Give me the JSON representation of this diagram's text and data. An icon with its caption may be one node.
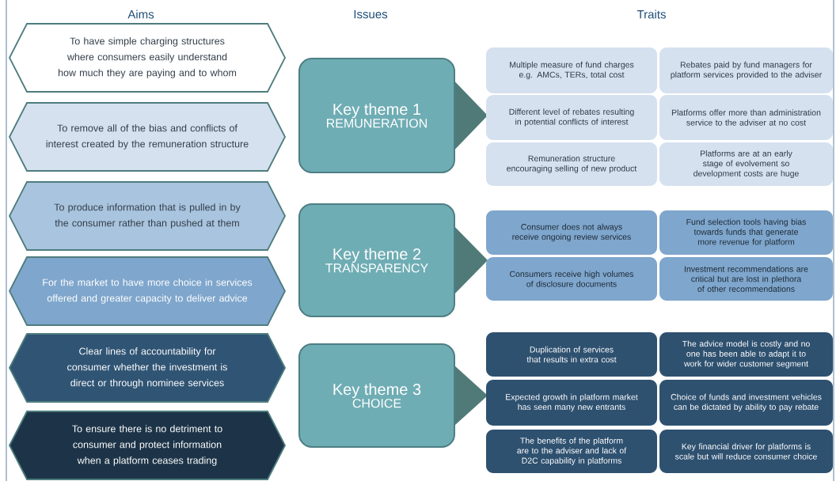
{
  "diagram": {
    "nodes": [
      {
        "text": [
          "To have simple charging structures where consumers easily understand how much they are paying and to whom"
        ]
      },
      {
        "text": [
          "To remove all of the bias and conflicts of interest created by the remuneration structure"
        ]
      },
      {
        "text": [
          "To produce information that is pulled in by the consumer rather than pushed at them"
        ]
      },
      {
        "text": [
          "For the market to have more choice in services offered and greater capacity to deliver advice"
        ]
      },
      {
        "text": [
          "Clear lines of accountability for consumer whether the investment is direct or through nominee services"
        ]
      },
      {
        "text": [
          "To ensure there is no detriment to consumer and protect information when a platform ceases trading"
        ]
      },
      {
        "text": [
          "Key theme 1",
          "REMUNERATION"
        ]
      },
      {
        "text": [
          "Key theme 2",
          "TRANSPARENCY"
        ]
      },
      {
        "text": [
          "Key theme 3",
          "CHOICE"
        ]
      },
      {
        "text": [
          "Multiple measure of fund charges e.g. AMCs, TERs, total cost"
        ]
      },
      {
        "text": [
          "Rebates paid by fund managers for platform services provided to the adviser"
        ]
      },
      {
        "text": [
          "Different level of rebates resulting in potential conflicts of interest"
        ]
      },
      {
        "text": [
          "Platforms offer more than administration service to the adviser at no cost"
        ]
      },
      {
        "text": [
          "Remuneration structure encouraging selling of new product"
        ]
      },
      {
        "text": [
          "Platforms are at an early stage of evolvement so development costs are huge"
        ]
      },
      {
        "text": [
          "Consumer does not always receive ongoing review services"
        ]
      },
      {
        "text": [
          "Fund selection tools having bias towards funds that generate more revenue for platform"
        ]
      },
      {
        "text": [
          "Consumers receive high volumes of disclosure documents"
        ]
      },
      {
        "text": [
          "Investment recommendations are critical but are lost in plethora of other recommendations"
        ]
      },
      {
        "text": [
          "Duplication of services that results in extra cost"
        ]
      },
      {
        "text": [
          "The advice model is costly and no one has been able to adapt it to work for wider customer segment"
        ]
      },
      {
        "text": [
          "Expected growth in platform market has seen many new entrants"
        ]
      },
      {
        "text": [
          "Choice of funds and investment vehicles can be dictated by ability to pay rebate"
        ]
      },
      {
        "text": [
          "The benefits of the platform are to the adviser and lack of D2C capability in platforms"
        ]
      },
      {
        "text": [
          "Key financial driver for platforms is scale but will reduce consumer choice"
        ]
      }
    ],
    "labels": [
      "Aims",
      "Issues",
      "Traits"
    ]
  }
}
